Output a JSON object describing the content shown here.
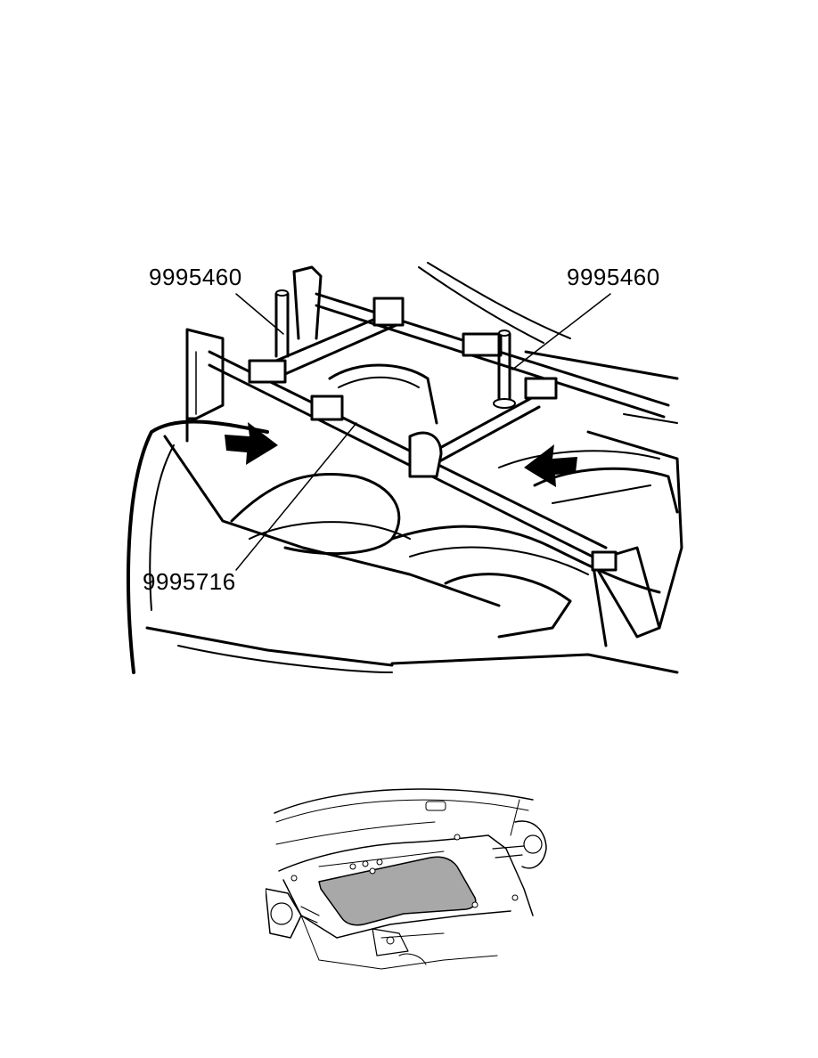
{
  "figure_1": {
    "callouts": {
      "tool_left": "9995460",
      "tool_right": "9995460",
      "tool_bar": "9995716"
    },
    "arrow_icons": [
      "arrow-right-icon",
      "arrow-left-icon"
    ]
  },
  "figure_2": {
    "highlighted_part": "splash-shield-panel"
  },
  "colors": {
    "line": "#000000",
    "highlight_fill": "#a8a8a8",
    "background": "#ffffff"
  }
}
